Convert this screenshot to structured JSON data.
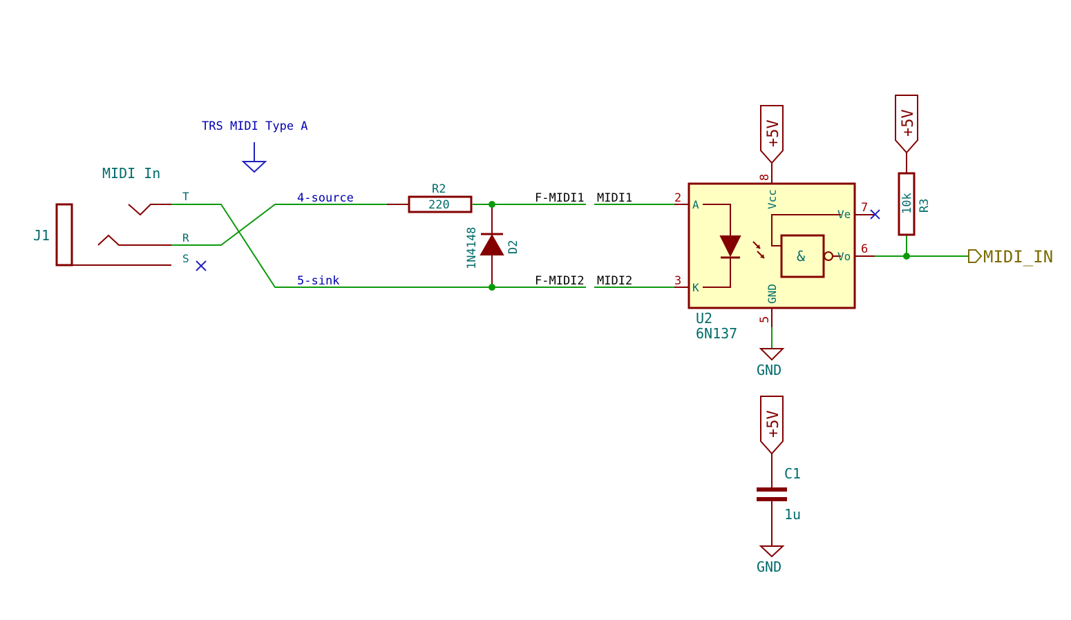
{
  "notes": {
    "trs_title": "TRS MIDI Type A",
    "midi_in_title": "MIDI In"
  },
  "j1": {
    "ref": "J1",
    "pins": [
      "T",
      "R",
      "S"
    ]
  },
  "r2": {
    "ref": "R2",
    "value": "220"
  },
  "r3": {
    "ref": "R3",
    "value": "10k"
  },
  "d2": {
    "ref": "D2",
    "value": "1N4148"
  },
  "c1": {
    "ref": "C1",
    "value": "1u"
  },
  "u2": {
    "ref": "U2",
    "value": "6N137",
    "pin_names": {
      "a": "A",
      "k": "K",
      "vcc": "Vcc",
      "gnd": "GND",
      "ve": "Ve",
      "vo": "Vo",
      "gate": "&"
    },
    "pin_numbers": {
      "a": "2",
      "k": "3",
      "vcc": "8",
      "gnd": "5",
      "ve": "7",
      "vo": "6"
    }
  },
  "nets": {
    "source": "4-source",
    "sink": "5-sink",
    "f_midi1": "F-MIDI1",
    "f_midi2": "F-MIDI2",
    "midi1": "MIDI1",
    "midi2": "MIDI2"
  },
  "power": {
    "plus5v": "+5V",
    "gnd": "GND"
  },
  "hier_label": "MIDI_IN",
  "colors": {
    "wire": "#0a9a0a",
    "component": "#840000",
    "ic_fill": "#ffffc2",
    "reference": "#006b6b",
    "net_label": "#0000b0",
    "hier_label": "#7a6a00"
  }
}
